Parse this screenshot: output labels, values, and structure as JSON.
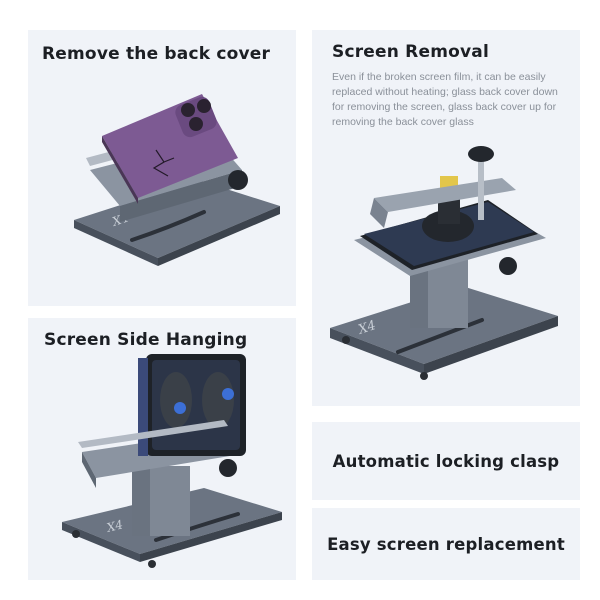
{
  "panels": {
    "back_cover": {
      "title": "Remove the back cover"
    },
    "screen_removal": {
      "title": "Screen Removal",
      "description": "Even if the broken screen film, it can be easily replaced without heating; glass back cover down for removing the screen, glass back cover up for removing the back cover glass"
    },
    "side_hanging": {
      "title": "Screen Side Hanging"
    },
    "locking_clasp": {
      "title": "Automatic locking clasp"
    },
    "easy_replacement": {
      "title": "Easy screen replacement"
    }
  },
  "fixture_logo": "X4",
  "colors": {
    "panel_bg": "#f0f3f8",
    "metal_dark": "#5b6573",
    "metal_light": "#9aa3af",
    "phone_purple": "#7d5a93",
    "accent_yellow": "#e2c64b"
  }
}
